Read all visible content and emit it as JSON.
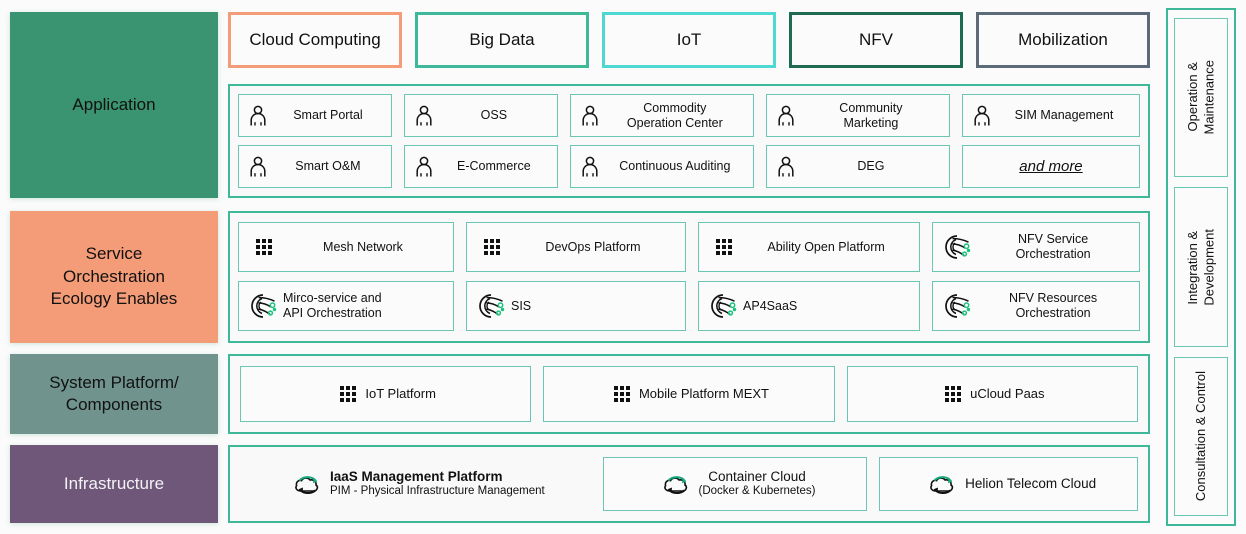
{
  "colors": {
    "row_border": "#3fb89a",
    "tile_border": "#6cc7b2",
    "app_layer": "#3a9472",
    "service_layer": "#f49c78",
    "system_layer": "#70948d",
    "infra_layer": "#6e5779",
    "tab_cloud": "#f49c78",
    "tab_bigdata": "#3fb89a",
    "tab_iot": "#4fd8d2",
    "tab_nfv": "#1f6b51",
    "tab_mobilization": "#5d6b79",
    "accent_green_dot": "#19c37d"
  },
  "tabs": [
    {
      "label": "Cloud Computing",
      "color": "#f49c78"
    },
    {
      "label": "Big Data",
      "color": "#3fb89a"
    },
    {
      "label": "IoT",
      "color": "#4fd8d2"
    },
    {
      "label": "NFV",
      "color": "#1f6b51"
    },
    {
      "label": "Mobilization",
      "color": "#5d6b79"
    }
  ],
  "layers": [
    {
      "name": "Application"
    },
    {
      "name": "Service\nOrchestration\nEcology Enables"
    },
    {
      "name": "System Platform/\nComponents"
    },
    {
      "name": "Infrastructure"
    }
  ],
  "application": {
    "tiles": [
      {
        "label": "Smart Portal",
        "icon": "person-icon"
      },
      {
        "label": "OSS",
        "icon": "person-icon"
      },
      {
        "label": "Commodity\nOperation Center",
        "icon": "person-icon"
      },
      {
        "label": "Community\nMarketing",
        "icon": "person-icon"
      },
      {
        "label": "SIM Management",
        "icon": "person-icon"
      },
      {
        "label": "Smart O&M",
        "icon": "person-icon"
      },
      {
        "label": "E-Commerce",
        "icon": "person-icon"
      },
      {
        "label": "Continuous Auditing",
        "icon": "person-icon"
      },
      {
        "label": "DEG",
        "icon": "person-icon"
      },
      {
        "label": "and more",
        "icon": "none"
      }
    ]
  },
  "service": {
    "tiles": [
      {
        "label": "Mesh Network",
        "icon": "dot-grid-icon"
      },
      {
        "label": "DevOps Platform",
        "icon": "dot-grid-icon"
      },
      {
        "label": "Ability Open Platform",
        "icon": "dot-grid-icon"
      },
      {
        "label": "NFV Service\nOrchestration",
        "icon": "orchestration-icon"
      },
      {
        "label": "Mirco-service and\nAPI Orchestration",
        "icon": "orchestration-icon"
      },
      {
        "label": "SIS",
        "icon": "orchestration-icon"
      },
      {
        "label": "AP4SaaS",
        "icon": "orchestration-icon"
      },
      {
        "label": "NFV Resources\nOrchestration",
        "icon": "orchestration-icon"
      }
    ]
  },
  "system": {
    "tiles": [
      {
        "label": "IoT Platform",
        "icon": "dot-grid-icon"
      },
      {
        "label": "Mobile Platform MEXT",
        "icon": "dot-grid-icon"
      },
      {
        "label": "uCloud Paas",
        "icon": "dot-grid-icon"
      }
    ]
  },
  "infrastructure": {
    "tiles": [
      {
        "title": "IaaS Management Platform",
        "subtitle": "PIM - Physical Infrastructure Management",
        "icon": "cloud-refresh-icon",
        "bordered": false,
        "bold": true
      },
      {
        "title": "Container Cloud",
        "subtitle": "(Docker & Kubernetes)",
        "icon": "cloud-refresh-icon",
        "bordered": true,
        "bold": false
      },
      {
        "title": "Helion Telecom Cloud",
        "subtitle": "",
        "icon": "cloud-refresh-icon",
        "bordered": true,
        "bold": false
      }
    ]
  },
  "sidebar": {
    "items": [
      {
        "label": "Operation &\nMaintenance"
      },
      {
        "label": "Integration &\nDevelopment"
      },
      {
        "label": "Consultation & Control"
      }
    ]
  }
}
